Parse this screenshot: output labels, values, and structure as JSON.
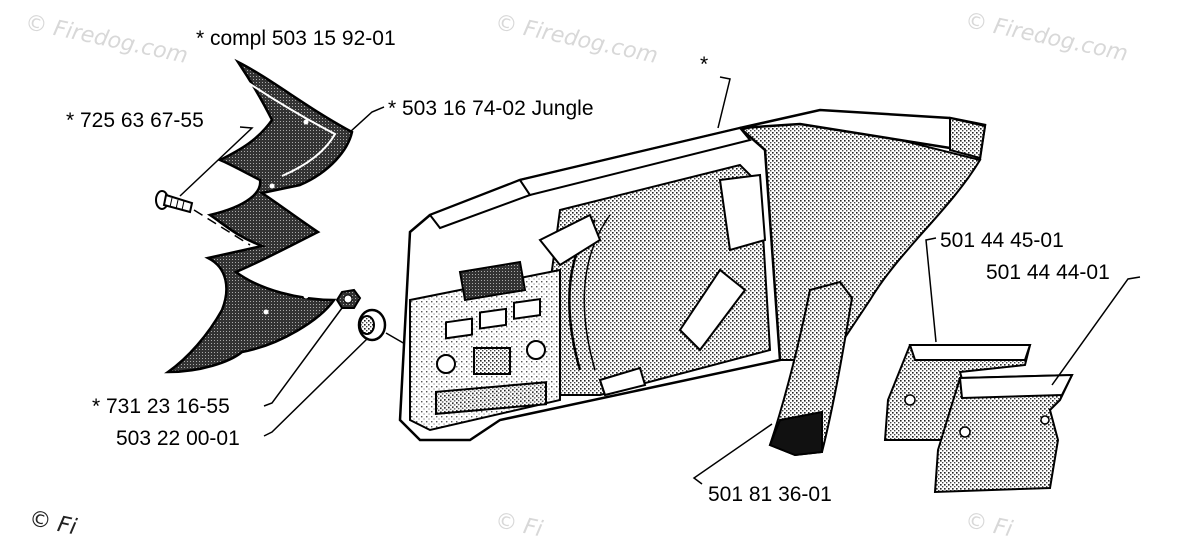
{
  "watermark": "© Firedog.com",
  "watermark_clipped": "© Fi",
  "labels": {
    "compl": "* compl 503 15 92-01",
    "bolt": "* 725 63 67-55",
    "bumper_jungle": "* 503 16 74-02 Jungle",
    "cover": "*",
    "plate_a": "501 44 45-01",
    "plate_b": "501 44 44-01",
    "nut": "* 731 23 16-55",
    "washer": "503 22 00-01",
    "strip": "501 81 36-01"
  }
}
